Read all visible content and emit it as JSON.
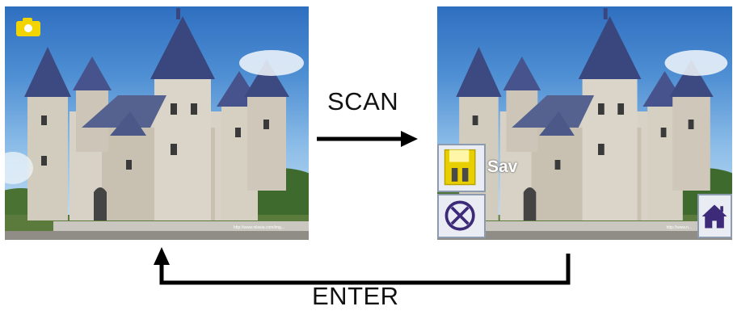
{
  "labels": {
    "scan": "SCAN",
    "enter": "ENTER"
  },
  "preview_screen": {
    "mode_icon": "camera-icon",
    "watermark": "http://www.nilasia.com/img..."
  },
  "review_screen": {
    "save_label": "Sav",
    "buttons": [
      "floppy-disk-icon",
      "cancel-circle-icon",
      "home-icon"
    ],
    "watermark": "http://www.n..."
  },
  "colors": {
    "arrow": "#000000",
    "camera_icon": "#f2d400",
    "floppy": "#e8cf00",
    "button_glyph": "#3d2b7a",
    "button_bg": "#e9edf3"
  }
}
